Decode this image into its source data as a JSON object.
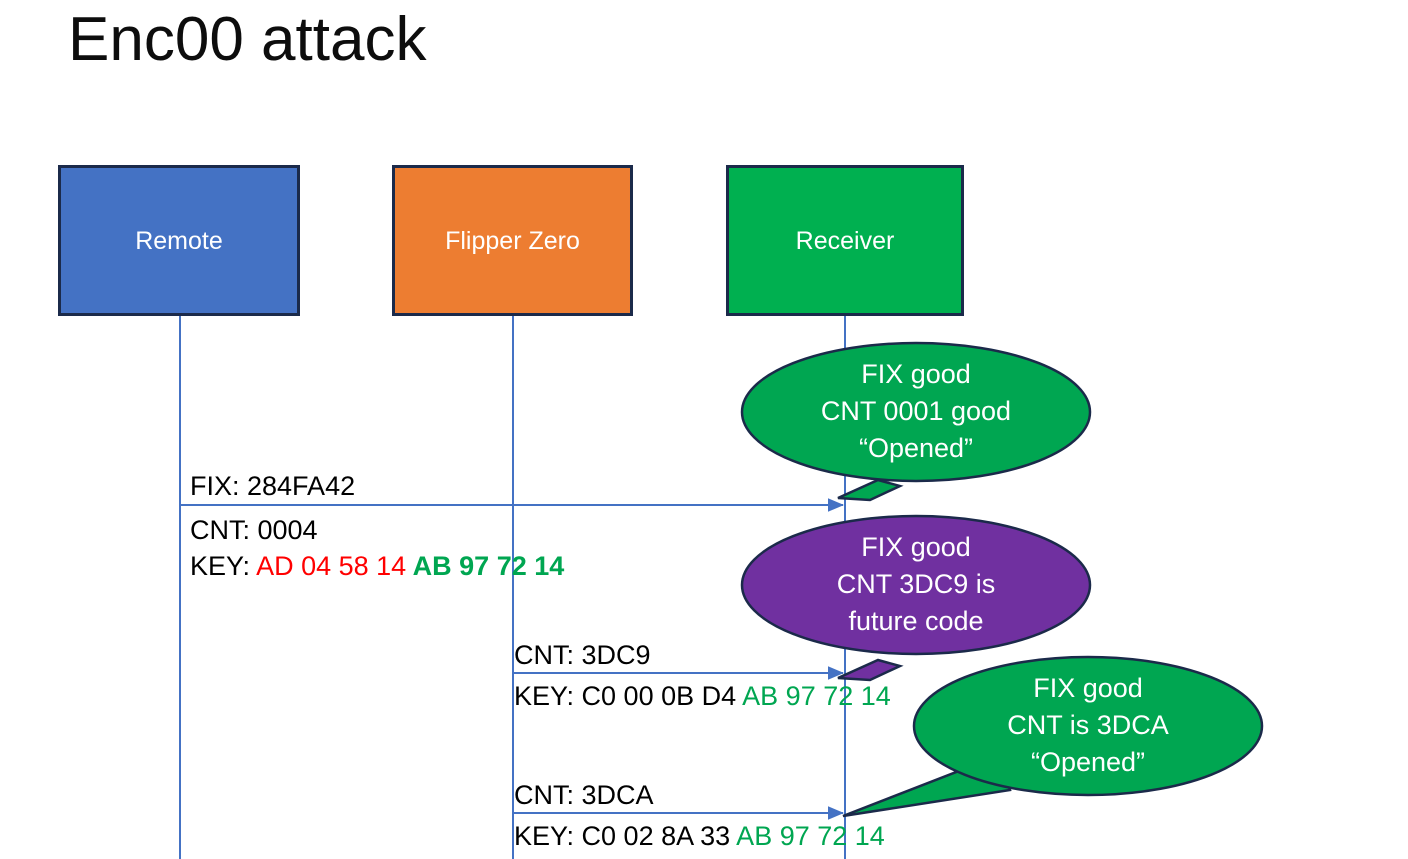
{
  "slide": {
    "title": "Enc00 attack",
    "background": "#ffffff"
  },
  "colors": {
    "remote": "#4472C4",
    "flipper": "#ED7D31",
    "receiver": "#00B050",
    "bubble_green": "#00A651",
    "bubble_purple": "#7030A0",
    "outline": "#1B2A4A",
    "lifeline": "#4472C4",
    "text_red": "#FF0000",
    "text_green": "#00A651",
    "text_black": "#000000"
  },
  "actors": [
    {
      "id": "remote",
      "label": "Remote",
      "fill": "#4472C4"
    },
    {
      "id": "flipper",
      "label": "Flipper Zero",
      "fill": "#ED7D31"
    },
    {
      "id": "receiver",
      "label": "Receiver",
      "fill": "#00B050"
    }
  ],
  "messages": [
    {
      "id": "msg1",
      "from": "remote",
      "to": "receiver",
      "lines": [
        {
          "label": "FIX: 284FA42"
        },
        {
          "label": "CNT: 0004"
        },
        {
          "prefix": "KEY: ",
          "red": "AD 04 58 14",
          "green": " AB 97 72 14"
        }
      ]
    },
    {
      "id": "msg2",
      "from": "flipper",
      "to": "receiver",
      "lines": [
        {
          "label": "CNT: 3DC9"
        },
        {
          "prefix": "KEY: C0 00 0B D4",
          "green": " AB 97 72 14"
        }
      ]
    },
    {
      "id": "msg3",
      "from": "flipper",
      "to": "receiver",
      "lines": [
        {
          "label": "CNT: 3DCA"
        },
        {
          "prefix": "KEY: C0 02 8A 33",
          "green": " AB 97 72 14"
        }
      ]
    }
  ],
  "callouts": [
    {
      "id": "callout1",
      "color": "#00A651",
      "lines": [
        "FIX good",
        "CNT 0001 good",
        "“Opened”"
      ]
    },
    {
      "id": "callout2",
      "color": "#7030A0",
      "lines": [
        "FIX good",
        "CNT 3DC9 is",
        "future code"
      ]
    },
    {
      "id": "callout3",
      "color": "#00A651",
      "lines": [
        "FIX good",
        "CNT is 3DCA",
        "“Opened”"
      ]
    }
  ]
}
